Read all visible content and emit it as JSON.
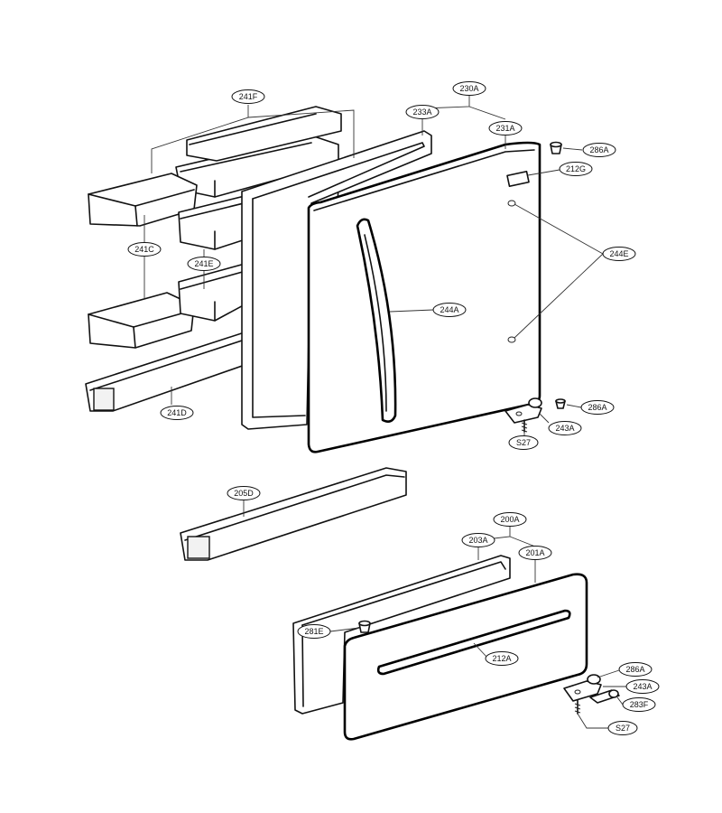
{
  "callouts": {
    "c241F": "241F",
    "c230A": "230A",
    "c233A": "233A",
    "c231A": "231A",
    "c286A_top": "286A",
    "c212G": "212G",
    "c244E": "244E",
    "c241C": "241C",
    "c241E": "241E",
    "c244A": "244A",
    "c241D": "241D",
    "c286A_mid": "286A",
    "c243A_mid": "243A",
    "cS27_mid": "S27",
    "c205D": "205D",
    "c200A": "200A",
    "c203A": "203A",
    "c201A": "201A",
    "c281E": "281E",
    "c212A": "212A",
    "c286A_bot": "286A",
    "c243A_bot": "243A",
    "c283F": "283F",
    "cS27_bot": "S27"
  }
}
